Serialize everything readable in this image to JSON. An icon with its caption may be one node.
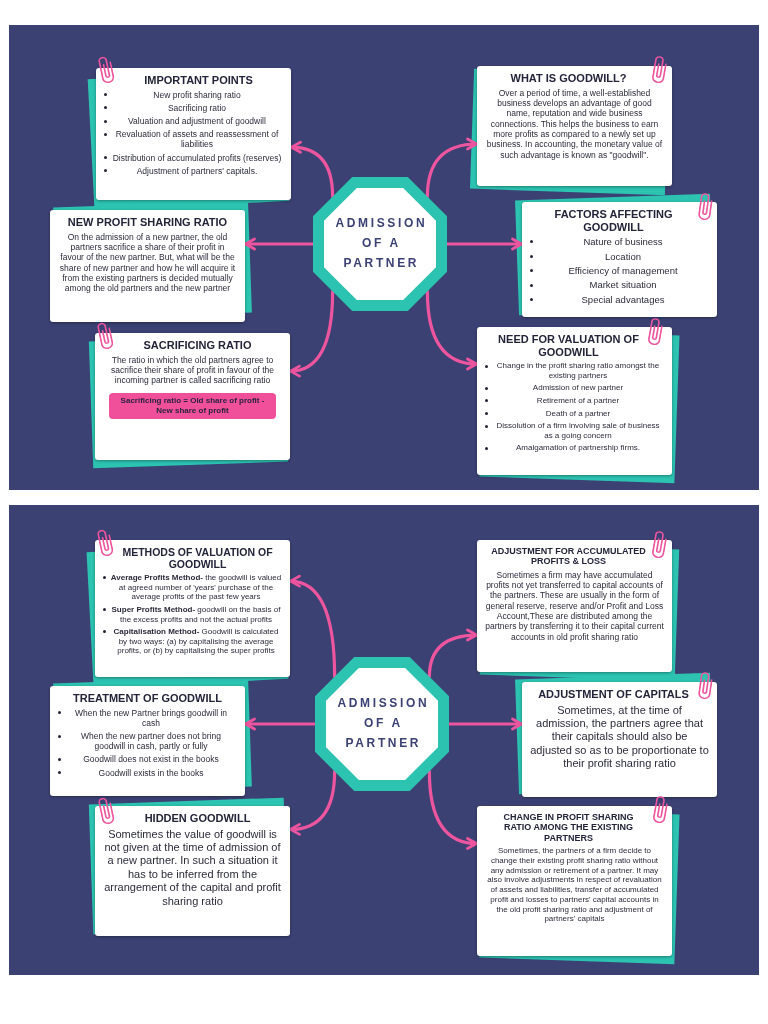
{
  "diagram": {
    "nodes": [
      {
        "text": [
          "ADMISSION OF A PARTNER"
        ]
      },
      {
        "text": [
          "IMPORTANT POINTS",
          "New profit sharing ratio",
          "Sacrificing ratio",
          "Valuation and adjustment of goodwill",
          "Revaluation of assets and reassessment of liabilities",
          "Distribution of accumulated profits (reserves)",
          "Adjustment of partners' capitals."
        ]
      },
      {
        "text": [
          "NEW PROFIT SHARING RATIO",
          "On the admission of a new partner, the old partners sacrifice a share of their profit in favour of the new partner. But, what will be the share of new partner and how he will acquire it from the existing partners is decided mutually among the old partners and the new partner"
        ]
      },
      {
        "text": [
          "SACRIFICING RATIO",
          "The ratio in which the old partners agree to sacrifice their share of profit in favour of the incoming partner is called sacrificing ratio"
        ]
      },
      {
        "text": [
          "Sacrificing ratio = Old share of profit - New share of profit"
        ],
        "in": 3
      },
      {
        "text": [
          "WHAT IS GOODWILL?",
          "Over a period of time, a well-established business develops an advantage of good name, reputation and wide business connections. This helps the business to earn more profits as compared to a newly set up business. In accounting, the monetary value of such advantage is known as \"goodwill\"."
        ]
      },
      {
        "text": [
          "FACTORS AFFECTING GOODWILL",
          "Nature of business",
          "Location",
          "Efficiency of management",
          "Market situation",
          "Special advantages"
        ]
      },
      {
        "text": [
          "NEED FOR VALUATION OF GOODWILL",
          "Change in the profit sharing ratio amongst the existing partners",
          "Admission of new partner",
          "Retirement of a partner",
          "Death of a partner",
          "Dissolution of a firm involving sale of business as a going concern",
          "Amalgamation of partnership firms."
        ]
      },
      {
        "text": [
          "ADMISSION OF A PARTNER"
        ]
      },
      {
        "text": [
          "METHODS OF VALUATION OF GOODWILL",
          "**Average Profits Method-** the goodwill is valued at agreed number of 'years' purchase of the average profits of the past few years",
          "**Super Profits Method-** goodwill on the basis of the excess profits and not the actual profits",
          "**Capitalisation Method-** Goodwill is calculated by two ways: (a) by capitalising the average profits, or (b) by capitalising the super profits"
        ]
      },
      {
        "text": [
          "TREATMENT OF GOODWILL",
          "When the new Partner brings goodwill in cash",
          "When the new partner does not bring goodwill in cash, partly or fully",
          "Goodwill does not exist in the books",
          "Goodwill exists in the books"
        ]
      },
      {
        "text": [
          "HIDDEN GOODWILL",
          "Sometimes the value of goodwill is not given at the time of admission of a new partner. In such a situation it has to be inferred from the arrangement of the capital and profit sharing ratio"
        ]
      },
      {
        "text": [
          "ADJUSTMENT FOR ACCUMULATED PROFITS & LOSS",
          "Sometimes a firm may have accumulated profits not yet transferred to capital accounts of the partners. These are usually in the form of general reserve, reserve and/or Profit and Loss Account,These are distributed among the partners by transferring it to their capital current accounts in old profit sharing ratio"
        ]
      },
      {
        "text": [
          "ADJUSTMENT OF CAPITALS",
          "Sometimes, at the time of admission, the partners agree that their capitals should also be adjusted so as to be proportionate to their profit sharing ratio"
        ]
      },
      {
        "text": [
          "CHANGE IN PROFIT SHARING RATIO AMONG THE EXISTING PARTNERS",
          "Sometimes, the partners of a firm decide to change their existing profit sharing ratio without any admission or retirement of a partner. It may also involve adjustments in respect of revaluation of assets and liabilities, transfer of accumulated profit and losses to partners' capital accounts in the old profit sharing ratio and adjustment of partners' capitals"
        ]
      }
    ],
    "edges": [
      {
        "from": 0,
        "to": 1,
        "arrow": "to"
      },
      {
        "from": 0,
        "to": 2,
        "arrow": "to"
      },
      {
        "from": 0,
        "to": 3,
        "arrow": "to"
      },
      {
        "from": 0,
        "to": 5,
        "arrow": "to"
      },
      {
        "from": 0,
        "to": 6,
        "arrow": "to"
      },
      {
        "from": 0,
        "to": 7,
        "arrow": "to"
      },
      {
        "from": 8,
        "to": 9,
        "arrow": "to"
      },
      {
        "from": 8,
        "to": 10,
        "arrow": "to"
      },
      {
        "from": 8,
        "to": 11,
        "arrow": "to"
      },
      {
        "from": 8,
        "to": 12,
        "arrow": "to"
      },
      {
        "from": 8,
        "to": 13,
        "arrow": "to"
      },
      {
        "from": 8,
        "to": 14,
        "arrow": "to"
      }
    ]
  }
}
